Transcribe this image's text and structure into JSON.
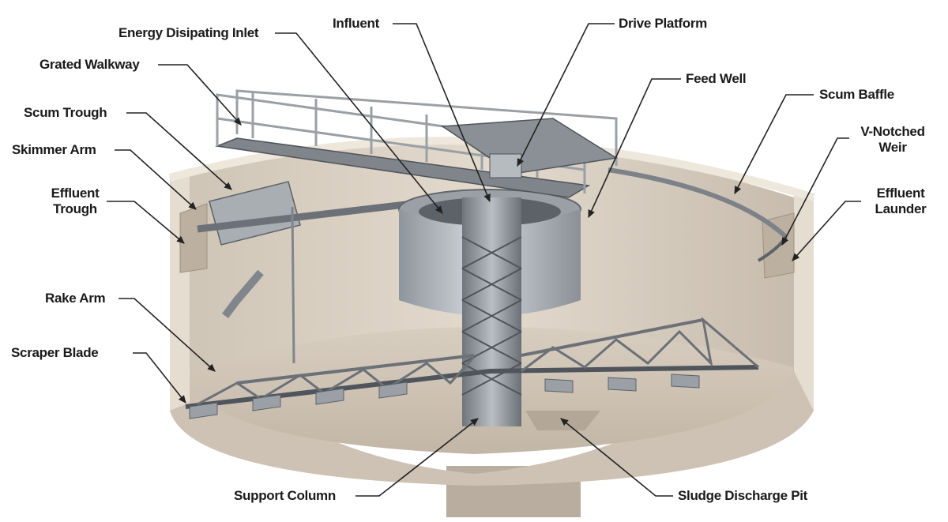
{
  "labels": {
    "energy_inlet": "Energy Disipating Inlet",
    "influent": "Influent",
    "drive_platform": "Drive Platform",
    "grated_walkway": "Grated Walkway",
    "feed_well": "Feed Well",
    "scum_baffle": "Scum Baffle",
    "scum_trough": "Scum Trough",
    "skimmer_arm": "Skimmer Arm",
    "vnotched_weir_1": "V-Notched",
    "vnotched_weir_2": "Weir",
    "effluent_trough_1": "Effluent",
    "effluent_trough_2": "Trough",
    "effluent_launder_1": "Effluent",
    "effluent_launder_2": "Launder",
    "rake_arm": "Rake Arm",
    "scraper_blade": "Scraper Blade",
    "support_column": "Support Column",
    "sludge_pit": "Sludge Discharge Pit"
  },
  "colors": {
    "concrete": "#d9cfc2",
    "concrete_dark": "#bfb3a4",
    "steel": "#9aa0a6",
    "steel_dark": "#5d6268",
    "leader": "#222222"
  }
}
